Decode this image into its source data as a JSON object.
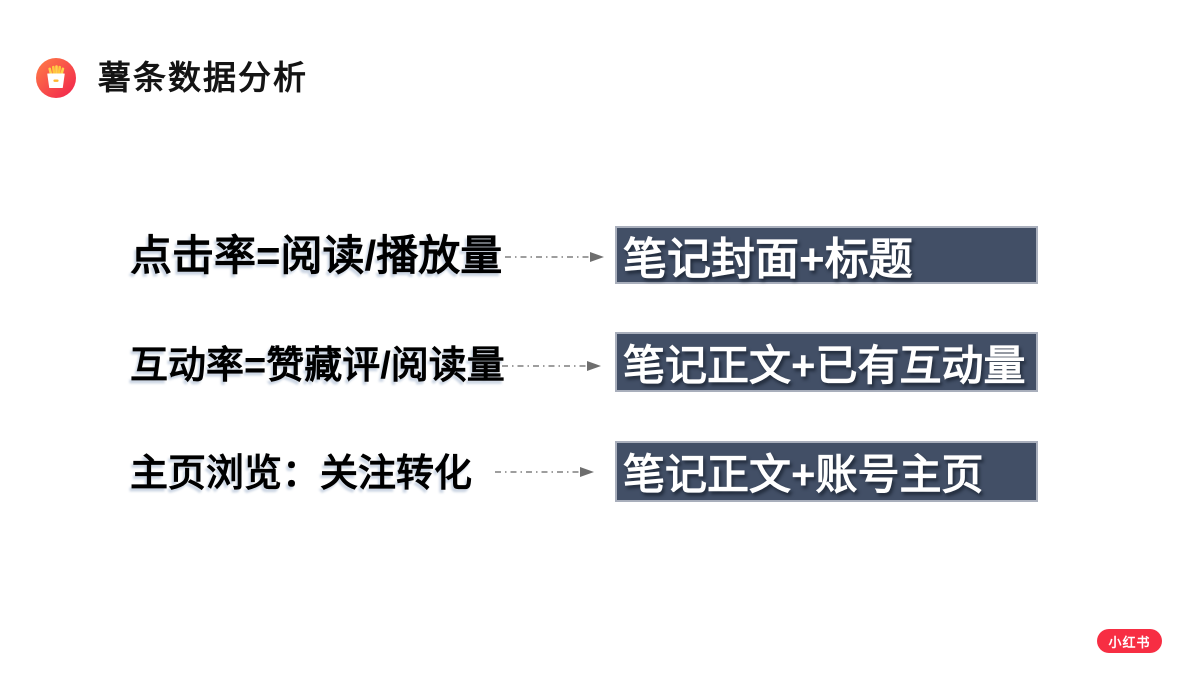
{
  "slide": {
    "title": "薯条数据分析",
    "rows": [
      {
        "label": "点击率=阅读/播放量",
        "target": "笔记封面+标题"
      },
      {
        "label": "互动率=赞藏评/阅读量",
        "target": "笔记正文+已有互动量"
      },
      {
        "label": "主页浏览：关注转化",
        "target": "笔记正文+账号主页"
      }
    ],
    "watermark": "小红书",
    "icons": {
      "header_icon": "fries-icon",
      "arrow_icon": "dashed-arrow-icon"
    },
    "colors": {
      "box_bg": "#424F66",
      "box_border": "#A9AFBC",
      "brand_red": "#F72E43",
      "arrow_gray": "#7F7F7F",
      "icon_gradient_start": "#FF7E46",
      "icon_gradient_end": "#F1214D"
    }
  }
}
